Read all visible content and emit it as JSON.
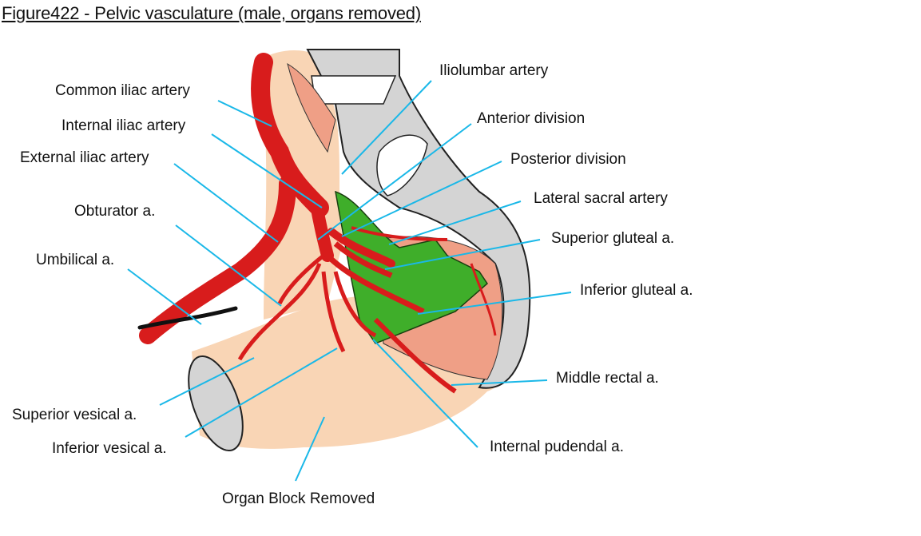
{
  "figure": {
    "title": "Figure422 - Pelvic vasculature (male, organs removed)"
  },
  "labels": [
    {
      "id": "common-iliac",
      "text": "Common iliac artery"
    },
    {
      "id": "internal-iliac",
      "text": "Internal iliac artery"
    },
    {
      "id": "external-iliac",
      "text": "External iliac artery"
    },
    {
      "id": "obturator",
      "text": "Obturator a."
    },
    {
      "id": "umbilical",
      "text": "Umbilical a."
    },
    {
      "id": "superior-vesical",
      "text": "Superior vesical a."
    },
    {
      "id": "inferior-vesical",
      "text": "Inferior vesical a."
    },
    {
      "id": "organ-block",
      "text": "Organ Block Removed"
    },
    {
      "id": "iliolumbar",
      "text": "Iliolumbar artery"
    },
    {
      "id": "anterior-division",
      "text": "Anterior division"
    },
    {
      "id": "posterior-division",
      "text": "Posterior division"
    },
    {
      "id": "lateral-sacral",
      "text": "Lateral sacral artery"
    },
    {
      "id": "superior-gluteal",
      "text": "Superior gluteal a."
    },
    {
      "id": "inferior-gluteal",
      "text": "Inferior gluteal a."
    },
    {
      "id": "middle-rectal",
      "text": "Middle rectal a."
    },
    {
      "id": "internal-pudendal",
      "text": "Internal pudendal a."
    }
  ],
  "colors": {
    "leader": "#1ab8e8",
    "artery": "#d81c1c",
    "muscle_green": "#3fae2a",
    "bone": "#d4d4d4",
    "tissue": "#f9d5b5",
    "muscle_pink": "#ef9f86"
  }
}
